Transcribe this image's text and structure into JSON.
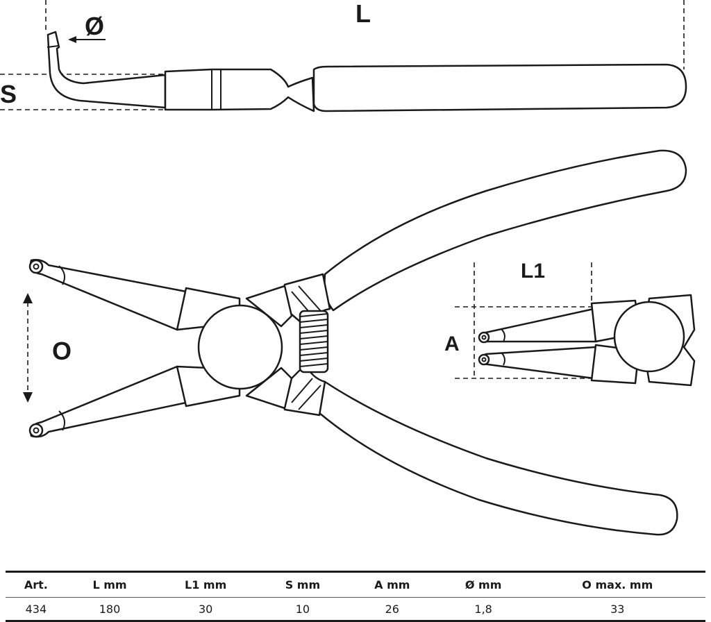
{
  "labels": {
    "L": "L",
    "diameter": "Ø",
    "S": "S",
    "O": "O",
    "L1": "L1",
    "A": "A"
  },
  "table": {
    "headers": [
      "Art.",
      "L  mm",
      "L1  mm",
      "S  mm",
      "A  mm",
      "Ø  mm",
      "O  max. mm"
    ],
    "rows": [
      [
        "434",
        "180",
        "30",
        "10",
        "26",
        "1,8",
        "33"
      ]
    ]
  }
}
